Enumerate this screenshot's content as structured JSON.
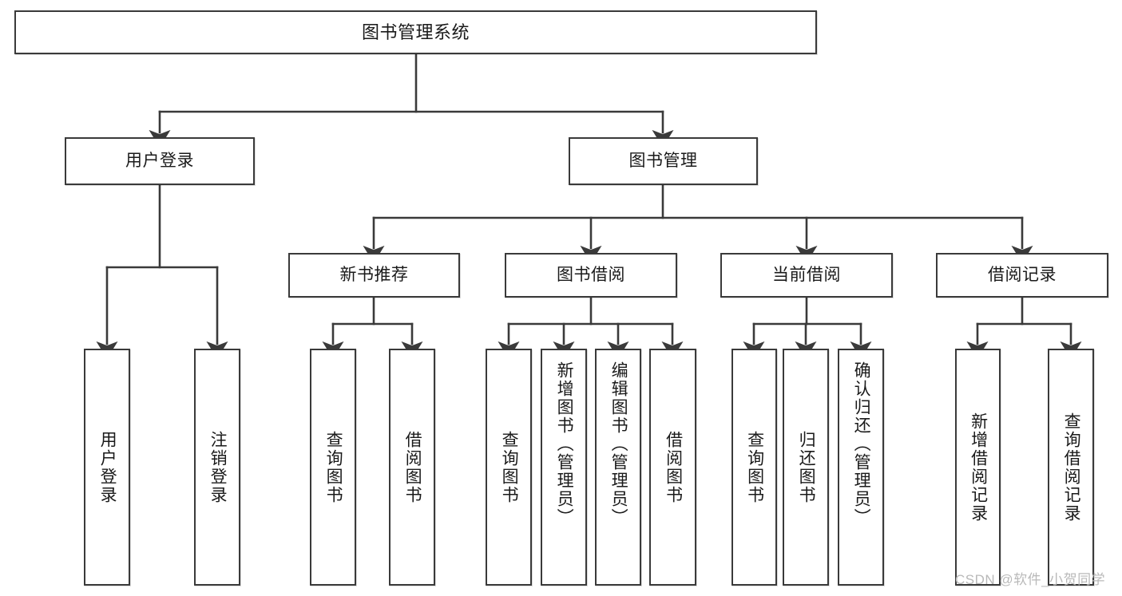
{
  "diagram": {
    "type": "tree",
    "title": "图书管理系统",
    "watermark": "CSDN @软件_小贺同学",
    "stroke_color": "#3a3a3a",
    "background_color": "#ffffff",
    "text_color": "#1a1a1a",
    "levels": [
      {
        "level": 1,
        "nodes": [
          {
            "id": "root",
            "label": "图书管理系统"
          }
        ]
      },
      {
        "level": 2,
        "nodes": [
          {
            "id": "login",
            "label": "用户登录",
            "parent": "root"
          },
          {
            "id": "bookmgmt",
            "label": "图书管理",
            "parent": "root"
          }
        ]
      },
      {
        "level": 3,
        "nodes": [
          {
            "id": "newbook",
            "label": "新书推荐",
            "parent": "bookmgmt"
          },
          {
            "id": "borrow",
            "label": "图书借阅",
            "parent": "bookmgmt"
          },
          {
            "id": "current",
            "label": "当前借阅",
            "parent": "bookmgmt"
          },
          {
            "id": "record",
            "label": "借阅记录",
            "parent": "bookmgmt"
          }
        ]
      },
      {
        "level": 4,
        "nodes": [
          {
            "id": "leaf-1",
            "label": "用户登录",
            "parent": "login"
          },
          {
            "id": "leaf-2",
            "label": "注销登录",
            "parent": "login"
          },
          {
            "id": "leaf-3",
            "label": "查询图书",
            "parent": "newbook"
          },
          {
            "id": "leaf-4",
            "label": "借阅图书",
            "parent": "newbook"
          },
          {
            "id": "leaf-5",
            "label": "查询图书",
            "parent": "borrow"
          },
          {
            "id": "leaf-6",
            "label": "新增图书（管理员）",
            "parent": "borrow"
          },
          {
            "id": "leaf-7",
            "label": "编辑图书（管理员）",
            "parent": "borrow"
          },
          {
            "id": "leaf-8",
            "label": "借阅图书",
            "parent": "borrow"
          },
          {
            "id": "leaf-9",
            "label": "查询图书",
            "parent": "current"
          },
          {
            "id": "leaf-10",
            "label": "归还图书",
            "parent": "current"
          },
          {
            "id": "leaf-11",
            "label": "确认归还（管理员）",
            "parent": "current"
          },
          {
            "id": "leaf-12",
            "label": "新增借阅记录",
            "parent": "record"
          },
          {
            "id": "leaf-13",
            "label": "查询借阅记录",
            "parent": "record"
          }
        ]
      }
    ]
  }
}
